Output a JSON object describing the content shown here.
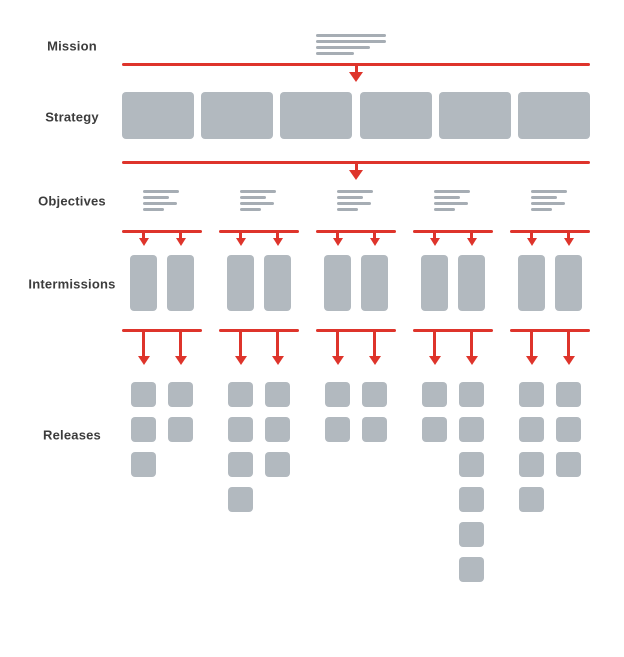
{
  "labels": {
    "mission": "Mission",
    "strategy": "Strategy",
    "objectives": "Objectives",
    "intermissions": "Intermissions",
    "releases": "Releases"
  },
  "colors": {
    "red": "#de342b",
    "box_gray": "#b2b9bf",
    "placeholder_gray": "#a6adb4",
    "label_text": "#3c3c3c",
    "background": "#ffffff"
  },
  "diagram": {
    "type": "roadmap-hierarchy",
    "levels": [
      "Mission",
      "Strategy",
      "Objectives",
      "Intermissions",
      "Releases"
    ],
    "strategy_box_count": 6,
    "group_count": 5,
    "intermissions_per_group": 2,
    "mission_placeholder_line_widths": [
      70,
      70,
      54,
      38
    ],
    "objective_placeholder_line_widths": [
      36,
      26,
      34,
      21
    ],
    "release_counts": [
      [
        3,
        2
      ],
      [
        4,
        3
      ],
      [
        2,
        2
      ],
      [
        2,
        6
      ],
      [
        4,
        3
      ]
    ]
  }
}
